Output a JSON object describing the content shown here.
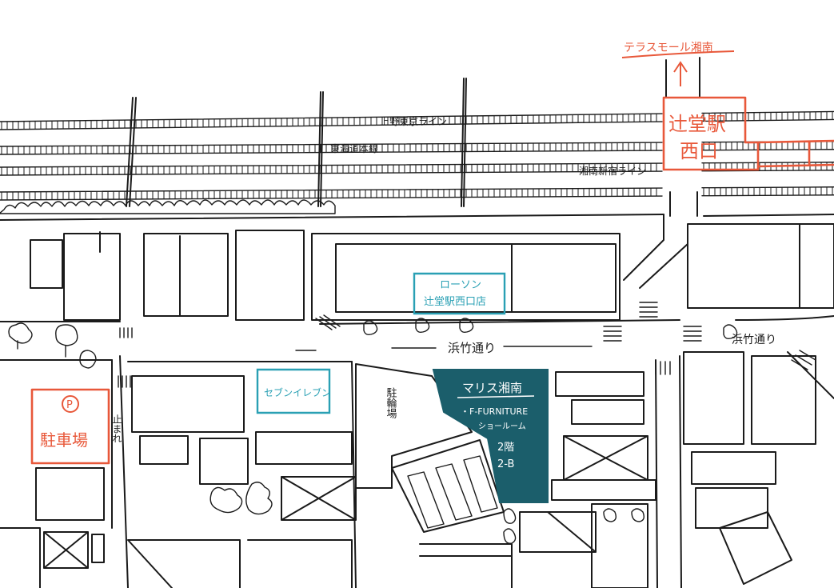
{
  "colors": {
    "ink": "#1a1a1a",
    "accent": "#e8583a",
    "store": "#2aa0b4",
    "highlight": "#1b5e6b",
    "background": "#ffffff"
  },
  "labels": {
    "terrace_mall": "テラスモール湘南",
    "station_line1": "辻堂駅",
    "station_line2": "西口",
    "rail_ueno_tokyo": "上野東京ライン",
    "rail_tokaido": "東海道本線",
    "rail_shonan_shinjuku": "湘南新宿ライン",
    "lawson_line1": "ローソン",
    "lawson_line2": "辻堂駅西口店",
    "hamatake_main": "浜竹通り",
    "hamatake_right": "浜竹通り",
    "seven_eleven": "セブンイレブン",
    "parking_icon": "P",
    "parking": "駐車場",
    "stop_sign": "止まれ",
    "bike_parking": "駐輪場",
    "target_title": "マリス湘南",
    "target_line1": "・F-FURNITURE",
    "target_line2": "ショールーム",
    "target_line3": "2階",
    "target_line4": "2-B"
  }
}
